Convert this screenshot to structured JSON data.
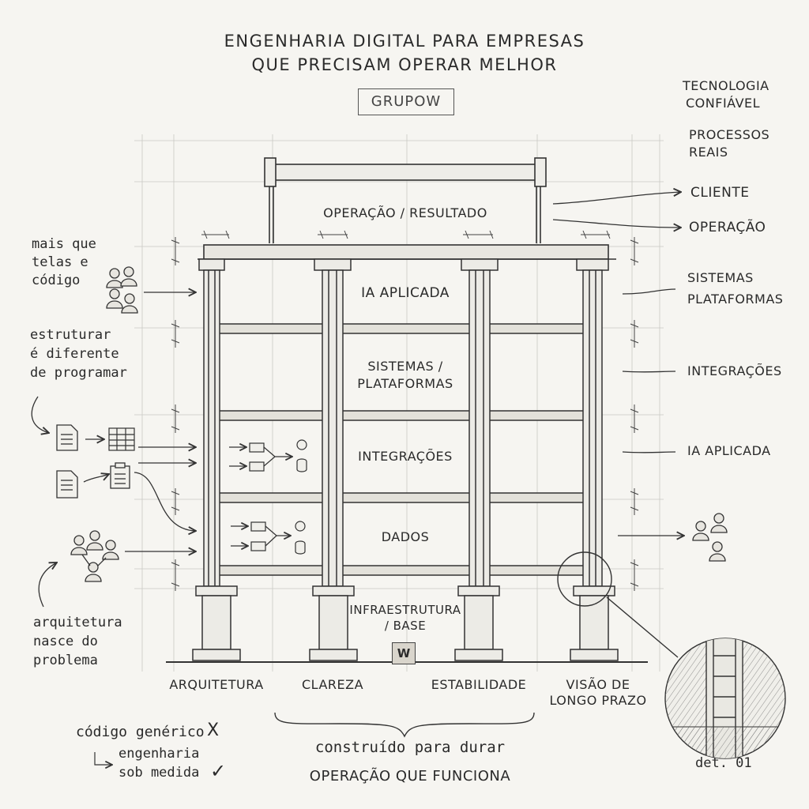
{
  "header": {
    "title_line1": "ENGENHARIA DIGITAL PARA EMPRESAS",
    "title_line2": "QUE PRECISAM OPERAR MELHOR",
    "brand": "GRUPOW"
  },
  "layers": {
    "top": "OPERAÇÃO / RESULTADO",
    "ia": "IA APLICADA",
    "sistemas_1": "SISTEMAS /",
    "sistemas_2": "PLATAFORMAS",
    "integracoes": "INTEGRAÇÕES",
    "dados": "DADOS",
    "infra_1": "INFRAESTRUTURA",
    "infra_2": "/ BASE",
    "badge": "W"
  },
  "pillars": {
    "p1": "ARQUITETURA",
    "p2": "CLAREZA",
    "p3": "ESTABILIDADE",
    "p4_1": "VISÃO DE",
    "p4_2": "LONGO PRAZO"
  },
  "right": {
    "tec_1": "TECNOLOGIA",
    "tec_2": "CONFIÁVEL",
    "proc_1": "PROCESSOS",
    "proc_2": "REAIS",
    "cliente": "CLIENTE",
    "operacao": "OPERAÇÃO",
    "sist_1": "SISTEMAS",
    "sist_2": "PLATAFORMAS",
    "integracoes": "INTEGRAÇÕES",
    "ia": "IA APLICADA"
  },
  "left": {
    "note1_1": "mais que",
    "note1_2": "telas e",
    "note1_3": "código",
    "note2_1": "estruturar",
    "note2_2": "é diferente",
    "note2_3": "de programar",
    "note3_1": "arquitetura",
    "note3_2": "nasce do",
    "note3_3": "problema"
  },
  "footer": {
    "generic": "código genérico",
    "cross": "X",
    "custom_1": "engenharia",
    "custom_2": "sob medida",
    "check": "✓",
    "durar": "construído para durar",
    "funciona": "OPERAÇÃO QUE FUNCIONA",
    "detail": "det. 01"
  },
  "icons": {
    "people": "people-icon",
    "document": "document-icon",
    "table": "table-icon",
    "clipboard": "clipboard-icon",
    "flowchart": "flowchart-icon",
    "detail_circle": "detail-magnifier-icon"
  }
}
